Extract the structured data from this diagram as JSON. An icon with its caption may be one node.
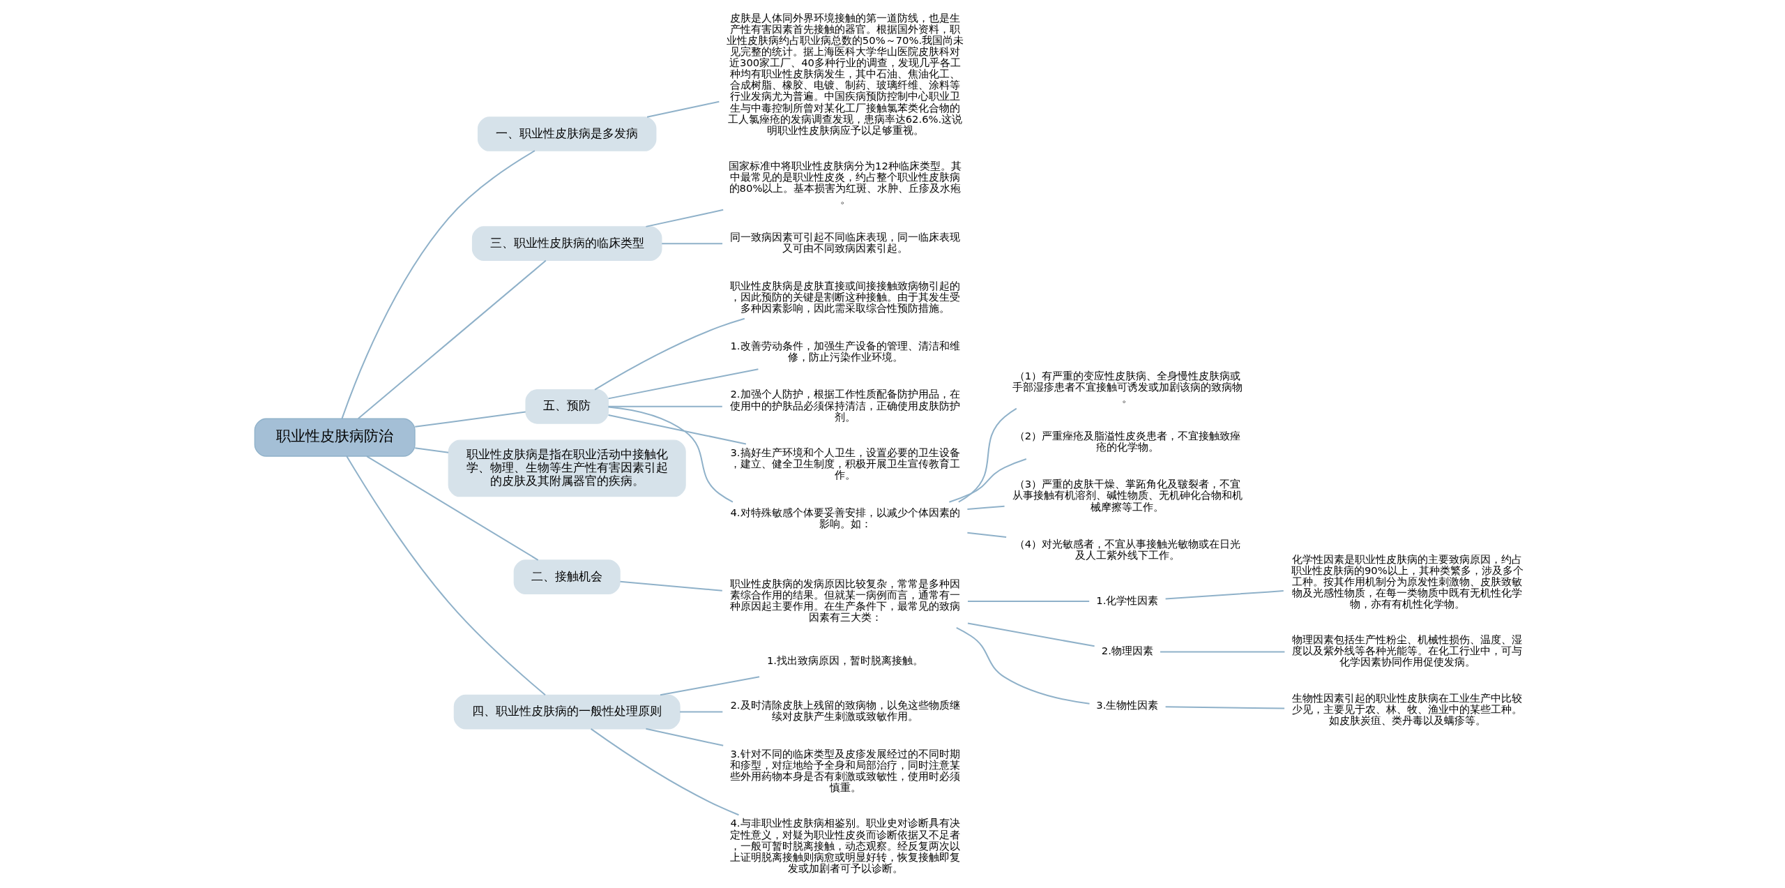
{
  "diagram": {
    "nodes": [
      {
        "text": [
          "职业性皮肤病防治"
        ]
      },
      {
        "text": [
          "一、职业性皮肤病是多发病"
        ]
      },
      {
        "text": [
          "皮肤是人体同外界环境接触的第一道防线，也是生产性有害因素首先接触的器官。根据国外资料，职业性皮肤病约占职业病总数的50%～70%.我国尚未见完整的统计。据上海医科大学华山医院皮肤科对近300家工厂、40多种行业的调查，发现几乎各工种均有职业性皮肤病发生，其中石油、焦油化工、合成树脂、橡胶、电镀、制药、玻璃纤维、涂料等行业发病尤为普遍。中国疾病预防控制中心职业卫生与中毒控制所曾对某化工厂接触氯苯类化合物的工人氯痤疮的发病调查发现，患病率达62.6%.这说明职业性皮肤病应予以足够重视。"
        ]
      },
      {
        "text": [
          "三、职业性皮肤病的临床类型"
        ]
      },
      {
        "text": [
          "国家标准中将职业性皮肤病分为12种临床类型。其中最常见的是职业性皮炎，约占整个职业性皮肤病的80%以上。基本损害为红斑、水肿、丘疹及水疱。"
        ]
      },
      {
        "text": [
          "同一致病因素可引起不同临床表现，同一临床表现又可由不同致病因素引起。"
        ]
      },
      {
        "text": [
          "五、预防"
        ]
      },
      {
        "text": [
          "职业性皮肤病是皮肤直接或间接接触致病物引起的，因此预防的关键是割断这种接触。由于其发生受多种因素影响，因此需采取综合性预防措施。"
        ]
      },
      {
        "text": [
          "1.改善劳动条件，加强生产设备的管理、清洁和维修，防止污染作业环境。"
        ]
      },
      {
        "text": [
          "2.加强个人防护，根据工作性质配备防护用品，在使用中的护肤品必须保持清洁，正确使用皮肤防护剂。"
        ]
      },
      {
        "text": [
          "3.搞好生产环境和个人卫生，设置必要的卫生设备，建立、健全卫生制度，积极开展卫生宣传教育工作。"
        ]
      },
      {
        "text": [
          "4.对特殊敏感个体要妥善安排，以减少个体因素的影响。如："
        ]
      },
      {
        "text": [
          "（1）有严重的变应性皮肤病、全身慢性皮肤病或手部湿疹患者不宜接触可诱发或加剧该病的致病物。"
        ]
      },
      {
        "text": [
          "（2）严重痤疮及脂溢性皮炎患者，不宜接触致痤疮的化学物。"
        ]
      },
      {
        "text": [
          "（3）严重的皮肤干燥、掌跖角化及皲裂者，不宜从事接触有机溶剂、碱性物质、无机砷化合物和机械摩擦等工作。"
        ]
      },
      {
        "text": [
          "（4）对光敏感者，不宜从事接触光敏物或在日光及人工紫外线下工作。"
        ]
      },
      {
        "text": [
          "职业性皮肤病是指在职业活动中接触化学、物理、生物等生产性有害因素引起的皮肤及其附属器官的疾病。"
        ]
      },
      {
        "text": [
          "二、接触机会"
        ]
      },
      {
        "text": [
          "职业性皮肤病的发病原因比较复杂，常常是多种因素综合作用的结果。但就某一病例而言，通常有一种原因起主要作用。在生产条件下，最常见的致病因素有三大类："
        ]
      },
      {
        "text": [
          "1.化学性因素"
        ]
      },
      {
        "text": [
          "化学性因素是职业性皮肤病的主要致病原因，约占职业性皮肤病的90%以上，其种类繁多，涉及多个工种。按其作用机制分为原发性刺激物、皮肤致敏物及光感性物质，在每一类物质中既有无机性化学物，亦有有机性化学物。"
        ]
      },
      {
        "text": [
          "2.物理因素"
        ]
      },
      {
        "text": [
          "物理因素包括生产性粉尘、机械性损伤、温度、湿度以及紫外线等各种光能等。在化工行业中，可与化学因素协同作用促使发病。"
        ]
      },
      {
        "text": [
          "3.生物性因素"
        ]
      },
      {
        "text": [
          "生物性因素引起的职业性皮肤病在工业生产中比较少见，主要见于农、林、牧、渔业中的某些工种。如皮肤炭疽、类丹毒以及螨疹等。"
        ]
      },
      {
        "text": [
          "四、职业性皮肤病的一般性处理原则"
        ]
      },
      {
        "text": [
          "1.找出致病原因，暂时脱离接触。"
        ]
      },
      {
        "text": [
          "2.及时清除皮肤上残留的致病物，以免这些物质继续对皮肤产生刺激或致敏作用。"
        ]
      },
      {
        "text": [
          "3.针对不同的临床类型及皮疹发展经过的不同时期和疹型，对症地给予全身和局部治疗，同时注意某些外用药物本身是否有刺激或致敏性，使用时必须慎重。"
        ]
      },
      {
        "text": [
          "4.与非职业性皮肤病相鉴别。职业史对诊断具有决定性意义，对疑为职业性皮炎而诊断依据又不足者，一般可暂时脱离接触，动态观察。经反复两次以上证明脱离接触则病愈或明显好转，恢复接触即复发或加剧者可予以诊断。"
        ]
      }
    ],
    "edges": [
      {
        "from": 0,
        "to": 1,
        "arrow": "none"
      },
      {
        "from": 1,
        "to": 2,
        "arrow": "none"
      },
      {
        "from": 0,
        "to": 3,
        "arrow": "none"
      },
      {
        "from": 3,
        "to": 4,
        "arrow": "none"
      },
      {
        "from": 3,
        "to": 5,
        "arrow": "none"
      },
      {
        "from": 0,
        "to": 6,
        "arrow": "none"
      },
      {
        "from": 6,
        "to": 7,
        "arrow": "none"
      },
      {
        "from": 6,
        "to": 8,
        "arrow": "none"
      },
      {
        "from": 6,
        "to": 9,
        "arrow": "none"
      },
      {
        "from": 6,
        "to": 10,
        "arrow": "none"
      },
      {
        "from": 6,
        "to": 11,
        "arrow": "none"
      },
      {
        "from": 11,
        "to": 12,
        "arrow": "none"
      },
      {
        "from": 11,
        "to": 13,
        "arrow": "none"
      },
      {
        "from": 11,
        "to": 14,
        "arrow": "none"
      },
      {
        "from": 11,
        "to": 15,
        "arrow": "none"
      },
      {
        "from": 0,
        "to": 16,
        "arrow": "none"
      },
      {
        "from": 0,
        "to": 17,
        "arrow": "none"
      },
      {
        "from": 17,
        "to": 18,
        "arrow": "none"
      },
      {
        "from": 18,
        "to": 19,
        "arrow": "none"
      },
      {
        "from": 19,
        "to": 20,
        "arrow": "none"
      },
      {
        "from": 18,
        "to": 21,
        "arrow": "none"
      },
      {
        "from": 21,
        "to": 22,
        "arrow": "none"
      },
      {
        "from": 18,
        "to": 23,
        "arrow": "none"
      },
      {
        "from": 23,
        "to": 24,
        "arrow": "none"
      },
      {
        "from": 0,
        "to": 25,
        "arrow": "none"
      },
      {
        "from": 25,
        "to": 26,
        "arrow": "none"
      },
      {
        "from": 25,
        "to": 27,
        "arrow": "none"
      },
      {
        "from": 25,
        "to": 28,
        "arrow": "none"
      },
      {
        "from": 25,
        "to": 29,
        "arrow": "none"
      }
    ]
  }
}
